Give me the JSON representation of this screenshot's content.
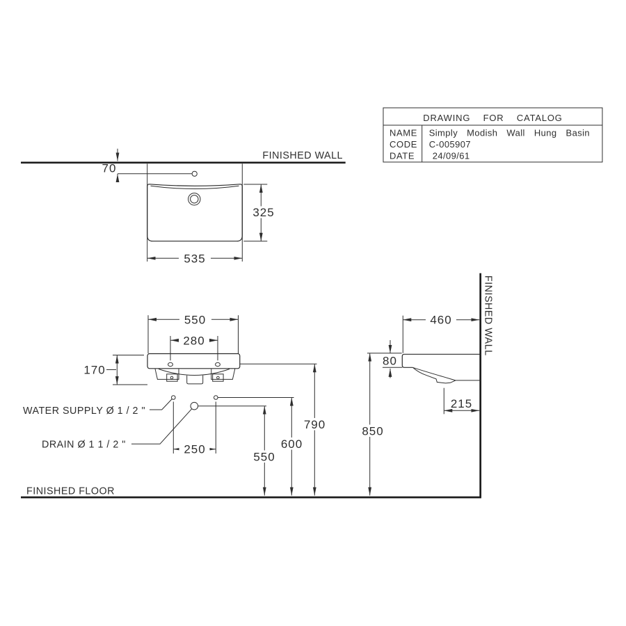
{
  "title_block": {
    "title": "DRAWING FOR CATALOG",
    "rows": [
      {
        "label": "NAME",
        "value": "Simply Modish Wall Hung Basin"
      },
      {
        "label": "CODE",
        "value": "C-005907"
      },
      {
        "label": "DATE",
        "value": "24/09/61"
      }
    ]
  },
  "labels": {
    "finished_wall_top": "FINISHED WALL",
    "finished_wall_side": "FINISHED WALL",
    "finished_floor": "FINISHED FLOOR",
    "water_supply": "WATER SUPPLY  Ø 1 / 2 \"",
    "drain": "DRAIN  Ø 1 1 / 2 \""
  },
  "dims": {
    "top": {
      "wall_to_hole": "70",
      "depth": "325",
      "width": "535"
    },
    "front": {
      "overall_width": "550",
      "hole_spacing": "280",
      "body_height": "170",
      "supply_spacing": "250",
      "drain_height": "550",
      "supply_height": "600",
      "deck_height": "790"
    },
    "side": {
      "depth": "460",
      "rim_thickness": "80",
      "trap_offset": "215",
      "mount_height": "850"
    }
  }
}
